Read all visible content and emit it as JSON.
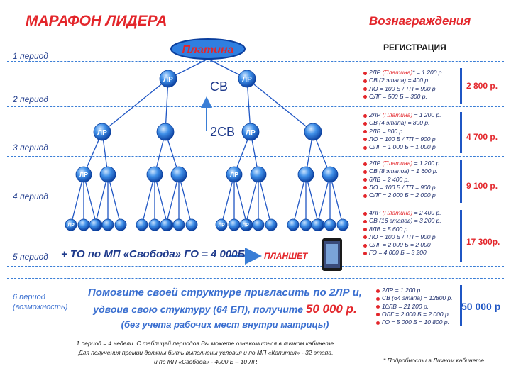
{
  "title": "МАРАФОН ЛИДЕРА",
  "rewards_title": "Вознаграждения",
  "registration": "РЕГИСТРАЦИЯ",
  "top_badge": "Платина",
  "periods": [
    "1 период",
    "2 период",
    "3 период",
    "4 период",
    "5 период"
  ],
  "period6": [
    "6 период",
    "(возможность)"
  ],
  "node_label": "ЛР",
  "sv_label": "СВ",
  "sv2_label": "2СВ",
  "blocks": [
    [
      {
        "pre": "2ЛР ",
        "hl": "(Платина)",
        "post": "* = 1 200 р."
      },
      {
        "pre": "СВ (2 этапа) = 400 р.",
        "hl": "",
        "post": ""
      },
      {
        "pre": "ЛО = 100 Б / ТП = 900 р.",
        "hl": "",
        "post": ""
      },
      {
        "pre": "ОЛГ = 500 Б = 300 р.",
        "hl": "",
        "post": ""
      }
    ],
    [
      {
        "pre": "2ЛР ",
        "hl": "(Платина)",
        "post": " = 1 200 р."
      },
      {
        "pre": "СВ (4 этапа) = 800 р.",
        "hl": "",
        "post": ""
      },
      {
        "pre": "2ЛВ = 800 р.",
        "hl": "",
        "post": ""
      },
      {
        "pre": "ЛО = 100 Б / ТП = 900 р.",
        "hl": "",
        "post": ""
      },
      {
        "pre": "ОЛГ = 1 000 Б = 1 000 р.",
        "hl": "",
        "post": ""
      }
    ],
    [
      {
        "pre": "2ЛР ",
        "hl": "(Платина)",
        "post": " = 1 200 р."
      },
      {
        "pre": "СВ (8 этапов) = 1 600 р.",
        "hl": "",
        "post": ""
      },
      {
        "pre": "6ЛВ = 2 400 р.",
        "hl": "",
        "post": ""
      },
      {
        "pre": "ЛО = 100 Б / ТП = 900 р.",
        "hl": "",
        "post": ""
      },
      {
        "pre": "ОЛГ = 2 000 Б = 2 000 р.",
        "hl": "",
        "post": ""
      }
    ],
    [
      {
        "pre": "4ЛР ",
        "hl": "(Платина)",
        "post": " = 2 400 р."
      },
      {
        "pre": "СВ (16 этапов) = 3 200 р.",
        "hl": "",
        "post": ""
      },
      {
        "pre": "8ЛВ = 5 600 р.",
        "hl": "",
        "post": ""
      },
      {
        "pre": "ЛО = 100 Б / ТП = 900 р.",
        "hl": "",
        "post": ""
      },
      {
        "pre": "ОЛГ = 2 000 Б = 2 000",
        "hl": "",
        "post": ""
      },
      {
        "pre": "ГО = 4 000 Б = 3 200",
        "hl": "",
        "post": ""
      }
    ]
  ],
  "amounts": [
    "2 800 р.",
    "4 700 р.",
    "9 100 р.",
    "17 300р."
  ],
  "block6": [
    "2ЛР = 1 200 р.",
    "СВ (64 этапа) = 12800 р.",
    "10ЛВ = 21 200 р.",
    "ОЛГ = 2 000 Б = 2 000 р.",
    "ГО = 5 000 Б = 10 800 р."
  ],
  "amount6": "50 000 р",
  "row5_text": "+ ТО по МП «Свобода» ГО = 4 000Б",
  "tablet_label": "ПЛАНШЕТ",
  "help_line1": "Помогите своей структуре пригласить по 2ЛР и,",
  "help_line2a": "удвоив свою стуктуру (64 БП), получите ",
  "help_line2b": "50 000 р.",
  "help_line3": "(без учета рабочих мест внутри матрицы)",
  "foot_lines": [
    "1 период = 4 недели. С таблицей периодов Вы можете ознакомиться в личном кабинете.",
    "Для получения премии должны быть выполнены условия и по МП «Капитал» - 32 этапа,",
    "и по МП «Свобода» - 4000 Б – 10 ЛР."
  ],
  "foot_right": "* Подробности в Личном кабинете",
  "colors": {
    "red": "#e3262b",
    "blue": "#1f56c4",
    "node": "#2f7fe0"
  }
}
